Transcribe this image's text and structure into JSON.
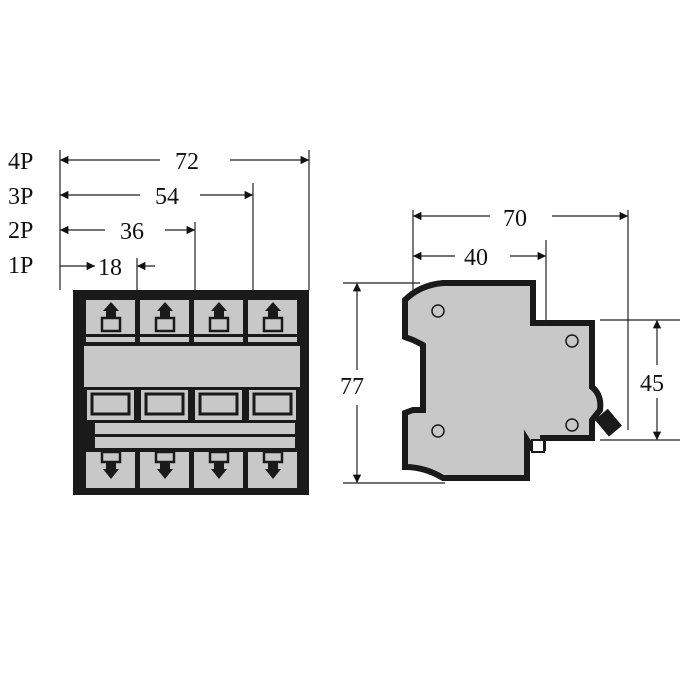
{
  "front_view": {
    "pole_labels": [
      "4P",
      "3P",
      "2P",
      "1P"
    ],
    "widths": [
      "72",
      "54",
      "36",
      "18"
    ],
    "poles": 4
  },
  "side_view": {
    "depth_total": "70",
    "depth_front": "40",
    "height_total": "77",
    "height_front": "45"
  },
  "colors": {
    "body": "#c8c8c8",
    "outline": "#1a1a1a"
  }
}
